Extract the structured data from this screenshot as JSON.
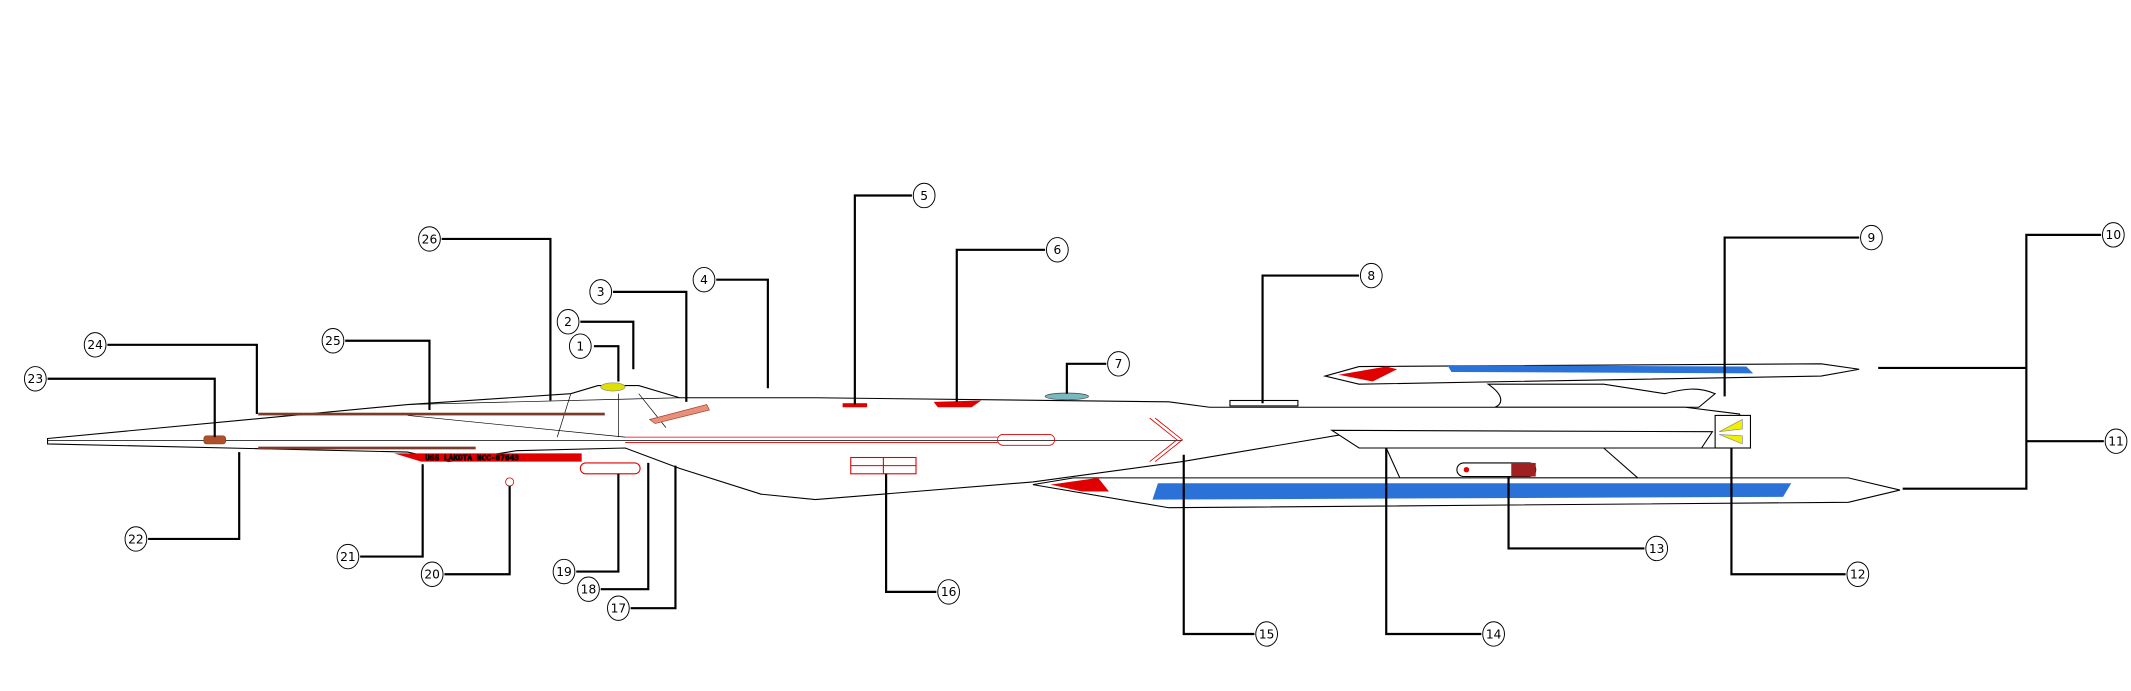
{
  "diagram": {
    "registry_text": "USS LAKOTA NCC-87643",
    "callout_labels": [
      "1",
      "2",
      "3",
      "4",
      "5",
      "6",
      "7",
      "8",
      "9",
      "10",
      "11",
      "12",
      "13",
      "14",
      "15",
      "16",
      "17",
      "18",
      "19",
      "20",
      "21",
      "22",
      "23",
      "24",
      "25",
      "26"
    ],
    "colors": {
      "hull": "#ffffff",
      "outline": "#000000",
      "accent_red": "#e00000",
      "stripe_blue": "#2a72d8",
      "brown_line": "#7a3b2a",
      "salmon": "#e8907a",
      "yellow": "#f0f000",
      "teal": "#7ab8c0"
    }
  }
}
